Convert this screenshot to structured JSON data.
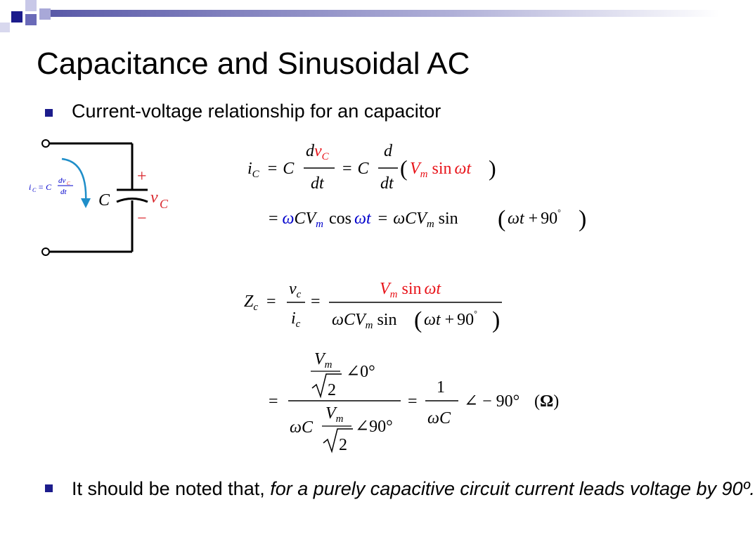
{
  "slide": {
    "title": "Capacitance and Sinusoidal AC",
    "bullet1": "Current-voltage relationship for an capacitor",
    "bullet2_plain": "It should be noted that, ",
    "bullet2_italic": "for a purely capacitive circuit current leads voltage by 90º."
  },
  "circuit": {
    "cap_label": "C",
    "plus": "+",
    "minus": "−",
    "v_label": "v",
    "v_sub": "C",
    "inset_eq": "i",
    "inset_sub": "C",
    "inset_eq_rhs": "= C",
    "inset_num": "dv",
    "inset_num_sub": "C",
    "inset_den": "dt"
  },
  "colors": {
    "accent": "#1c1c8c",
    "red": "#e8141a",
    "blue": "#0000cc",
    "circuit_plus": "#d9262c",
    "arrow": "#1f8ec9"
  },
  "deco_squares": [
    {
      "color": "#1c1c8c"
    },
    {
      "color": "#a8a8d8"
    },
    {
      "color": "#6a6ab8"
    },
    {
      "color": "#c8c8e8"
    }
  ]
}
